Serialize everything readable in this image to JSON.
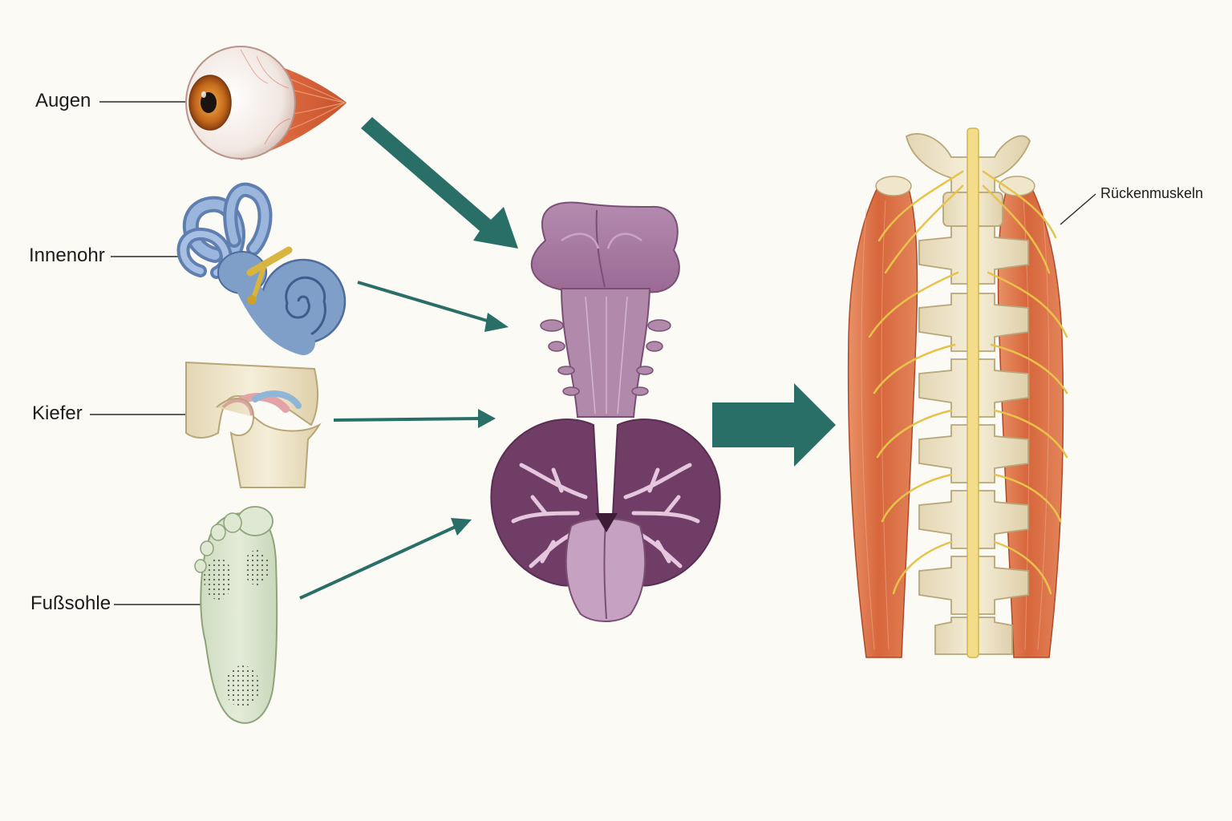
{
  "labels": {
    "eyes": "Augen",
    "inner_ear": "Innenohr",
    "jaw": "Kiefer",
    "sole": "Fußsohle",
    "back_muscles": "Rückenmuskeln"
  },
  "icons": {
    "eyes": "eyeball-icon",
    "inner_ear": "inner-ear-icon",
    "jaw": "jaw-joint-icon",
    "sole": "foot-sole-icon",
    "center": "brainstem-cerebellum-icon",
    "right": "spine-back-muscles-icon"
  },
  "colors": {
    "arrow": "#2a6e68",
    "background": "#fbfaf5",
    "muscle": "#d96a3f",
    "bone": "#ece2c6",
    "nerve": "#e8c24a",
    "brain": "#a4749c",
    "ear": "#7f9fc9",
    "foot": "#d6e2c9"
  }
}
